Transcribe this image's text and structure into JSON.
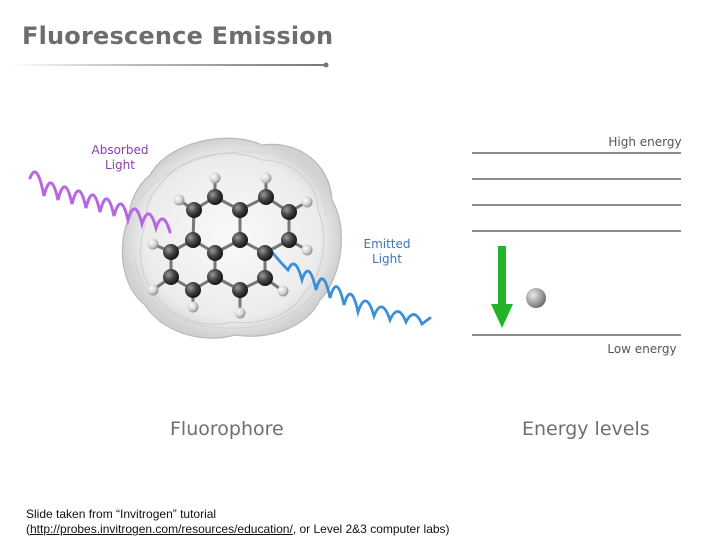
{
  "slide": {
    "title": "Fluorescence Emission",
    "absorbed_line1": "Absorbed",
    "absorbed_line2": "Light",
    "emitted_line1": "Emitted",
    "emitted_line2": "Light",
    "high_energy": "High energy",
    "low_energy": "Low energy",
    "caption_left": "Fluorophore",
    "caption_right": "Energy levels"
  },
  "footnote": {
    "line1": "Slide taken from “Invitrogen” tutorial",
    "open_paren": "(",
    "url": "http://probes.invitrogen.com/resources/education/",
    "rest": ", or Level 2&3 computer labs)"
  },
  "colors": {
    "absorbed_wave": "#b768e0",
    "emitted_wave": "#3b8fd8",
    "arrow": "#22b427",
    "energy_line": "#8c8c8c"
  }
}
